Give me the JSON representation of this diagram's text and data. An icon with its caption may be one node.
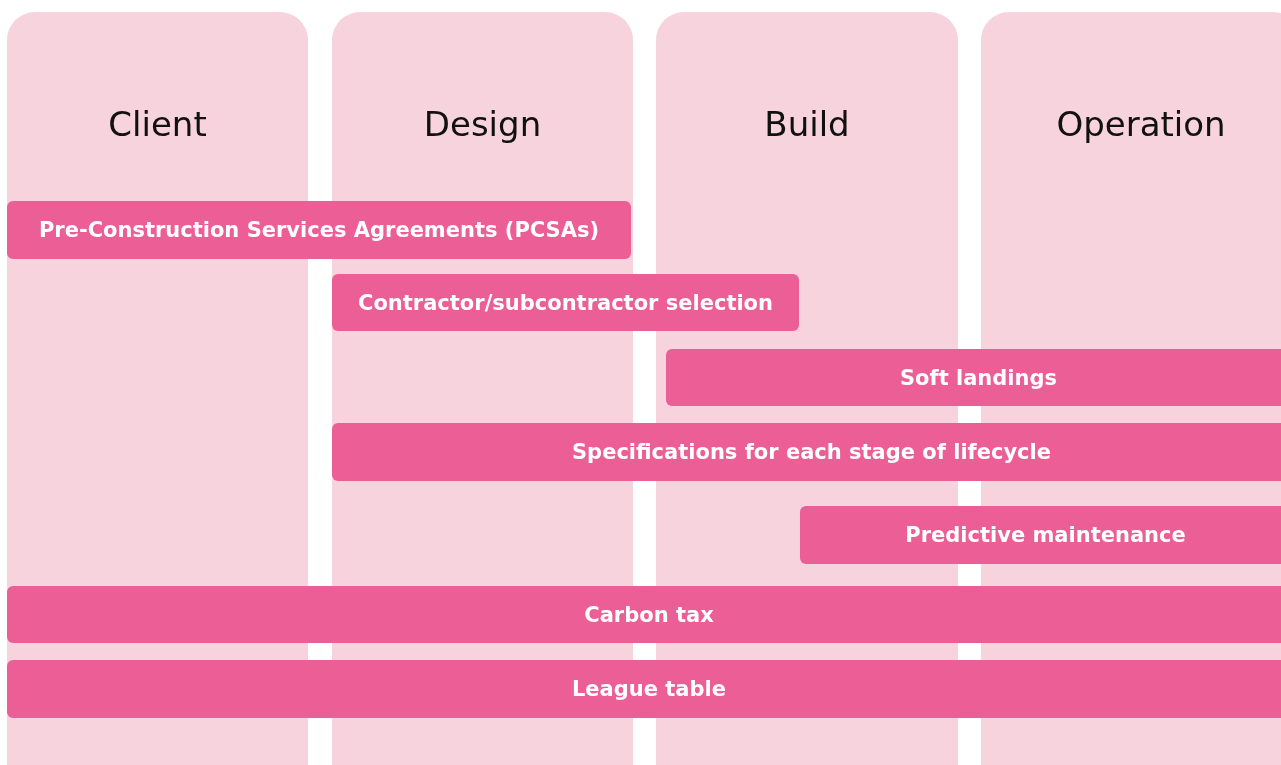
{
  "diagram": {
    "nodes": [
      {
        "text": [
          "Client"
        ]
      },
      {
        "text": [
          "Design"
        ]
      },
      {
        "text": [
          "Build"
        ]
      },
      {
        "text": [
          "Operation"
        ]
      },
      {
        "text": [
          "Pre-Construction Services Agreements (PCSAs)"
        ]
      },
      {
        "text": [
          "Contractor/subcontractor selection"
        ]
      },
      {
        "text": [
          "Soft landings"
        ]
      },
      {
        "text": [
          "Specifications for each stage of lifecycle"
        ]
      },
      {
        "text": [
          "Predictive maintenance"
        ]
      },
      {
        "text": [
          "Carbon tax"
        ]
      },
      {
        "text": [
          "League table"
        ]
      }
    ],
    "edges": []
  }
}
